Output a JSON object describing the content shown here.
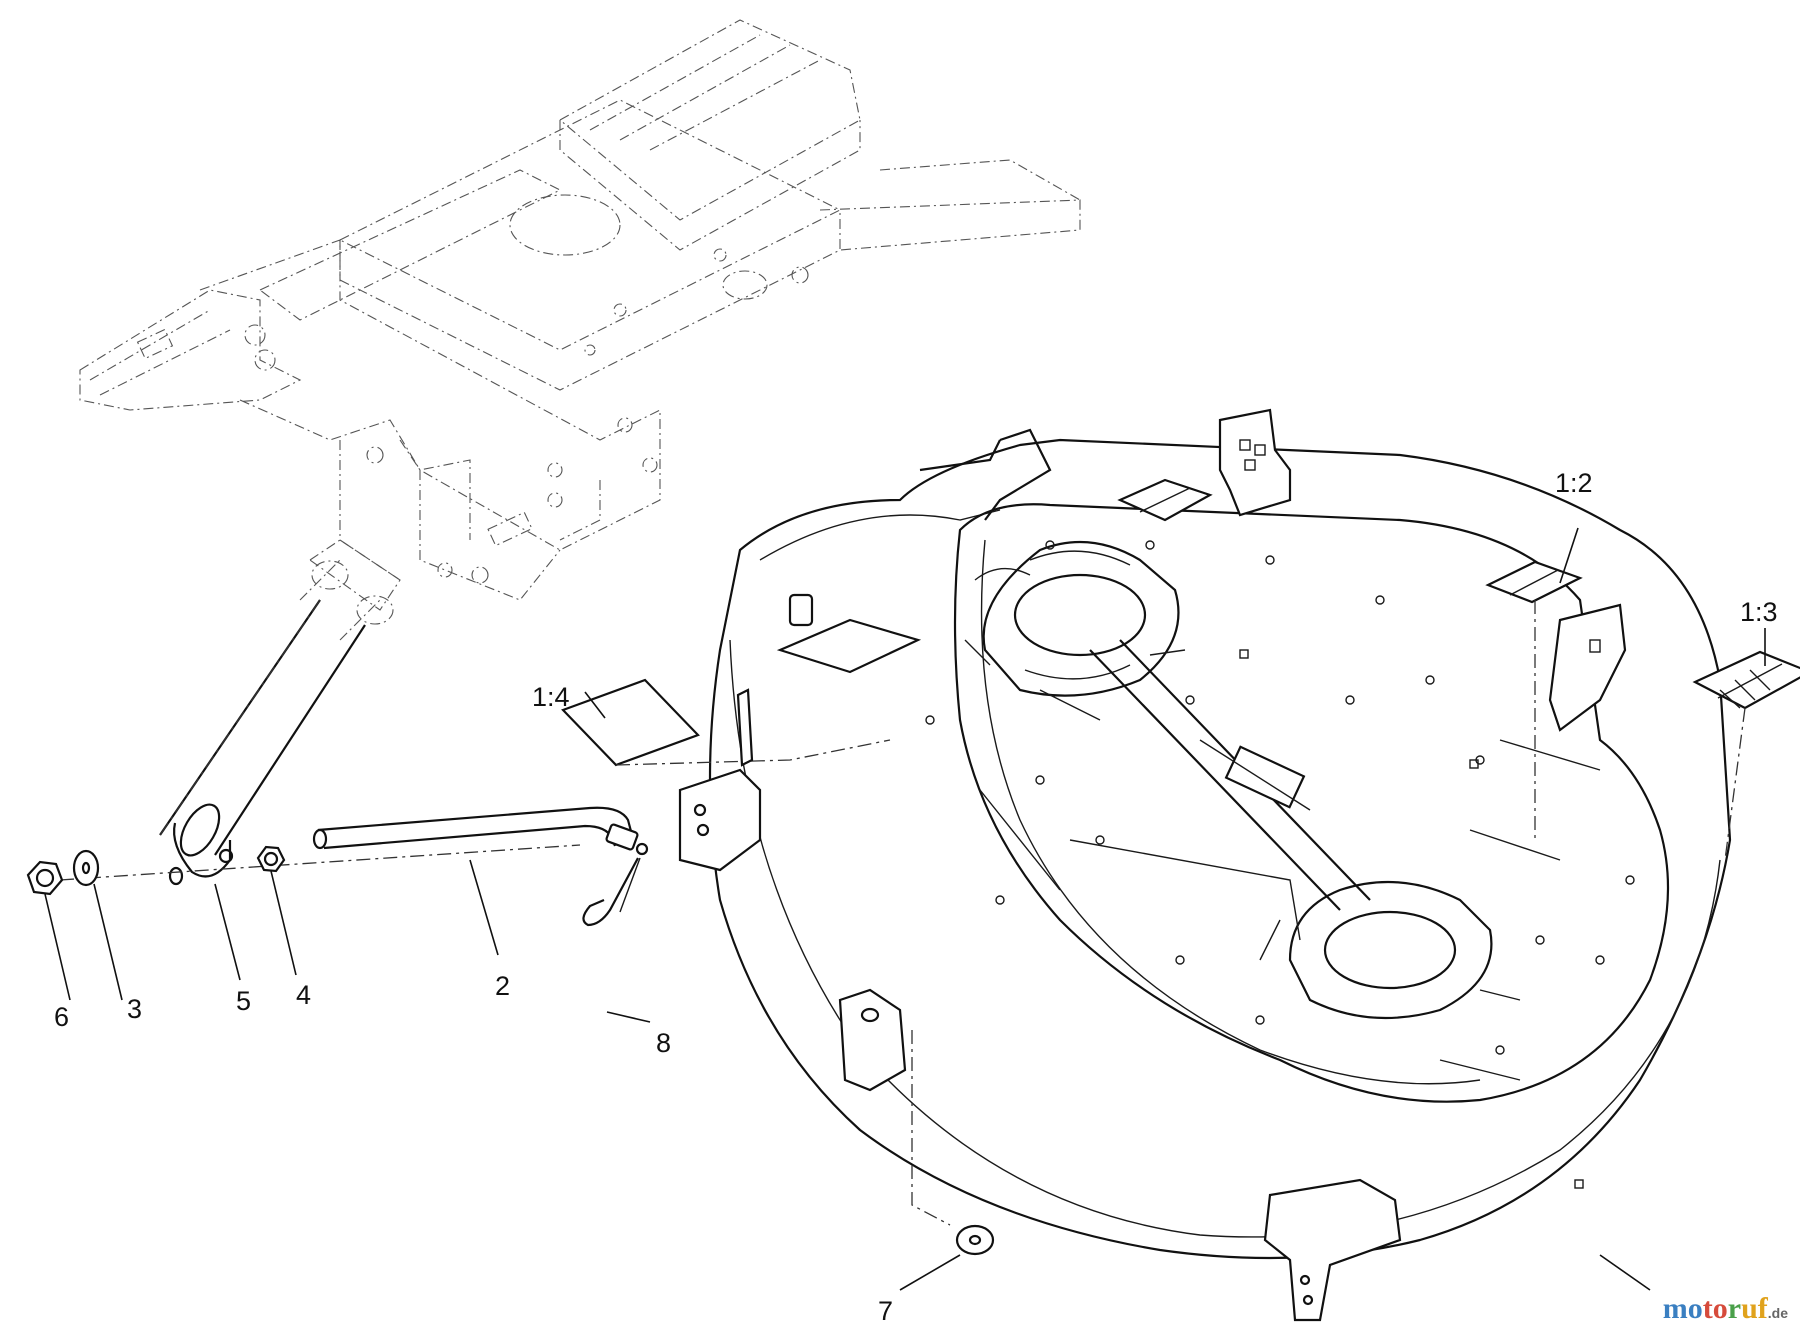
{
  "diagram": {
    "callouts": [
      {
        "id": "c1-2",
        "text": "1:2"
      },
      {
        "id": "c1-3",
        "text": "1:3"
      },
      {
        "id": "c1-4",
        "text": "1:4"
      },
      {
        "id": "c2",
        "text": "2"
      },
      {
        "id": "c3",
        "text": "3"
      },
      {
        "id": "c4",
        "text": "4"
      },
      {
        "id": "c5",
        "text": "5"
      },
      {
        "id": "c6",
        "text": "6"
      },
      {
        "id": "c7",
        "text": "7"
      },
      {
        "id": "c8",
        "text": "8"
      }
    ]
  },
  "watermark": {
    "text": "motoruf",
    "parts": [
      "mo",
      "to",
      "r",
      "uf"
    ],
    "tld": ".de"
  },
  "colors": {
    "line": "#111111",
    "watermark_blue": "#3a7fc1",
    "watermark_red": "#d64b3b",
    "watermark_green": "#4aa04a",
    "watermark_orange": "#e0a21c"
  }
}
